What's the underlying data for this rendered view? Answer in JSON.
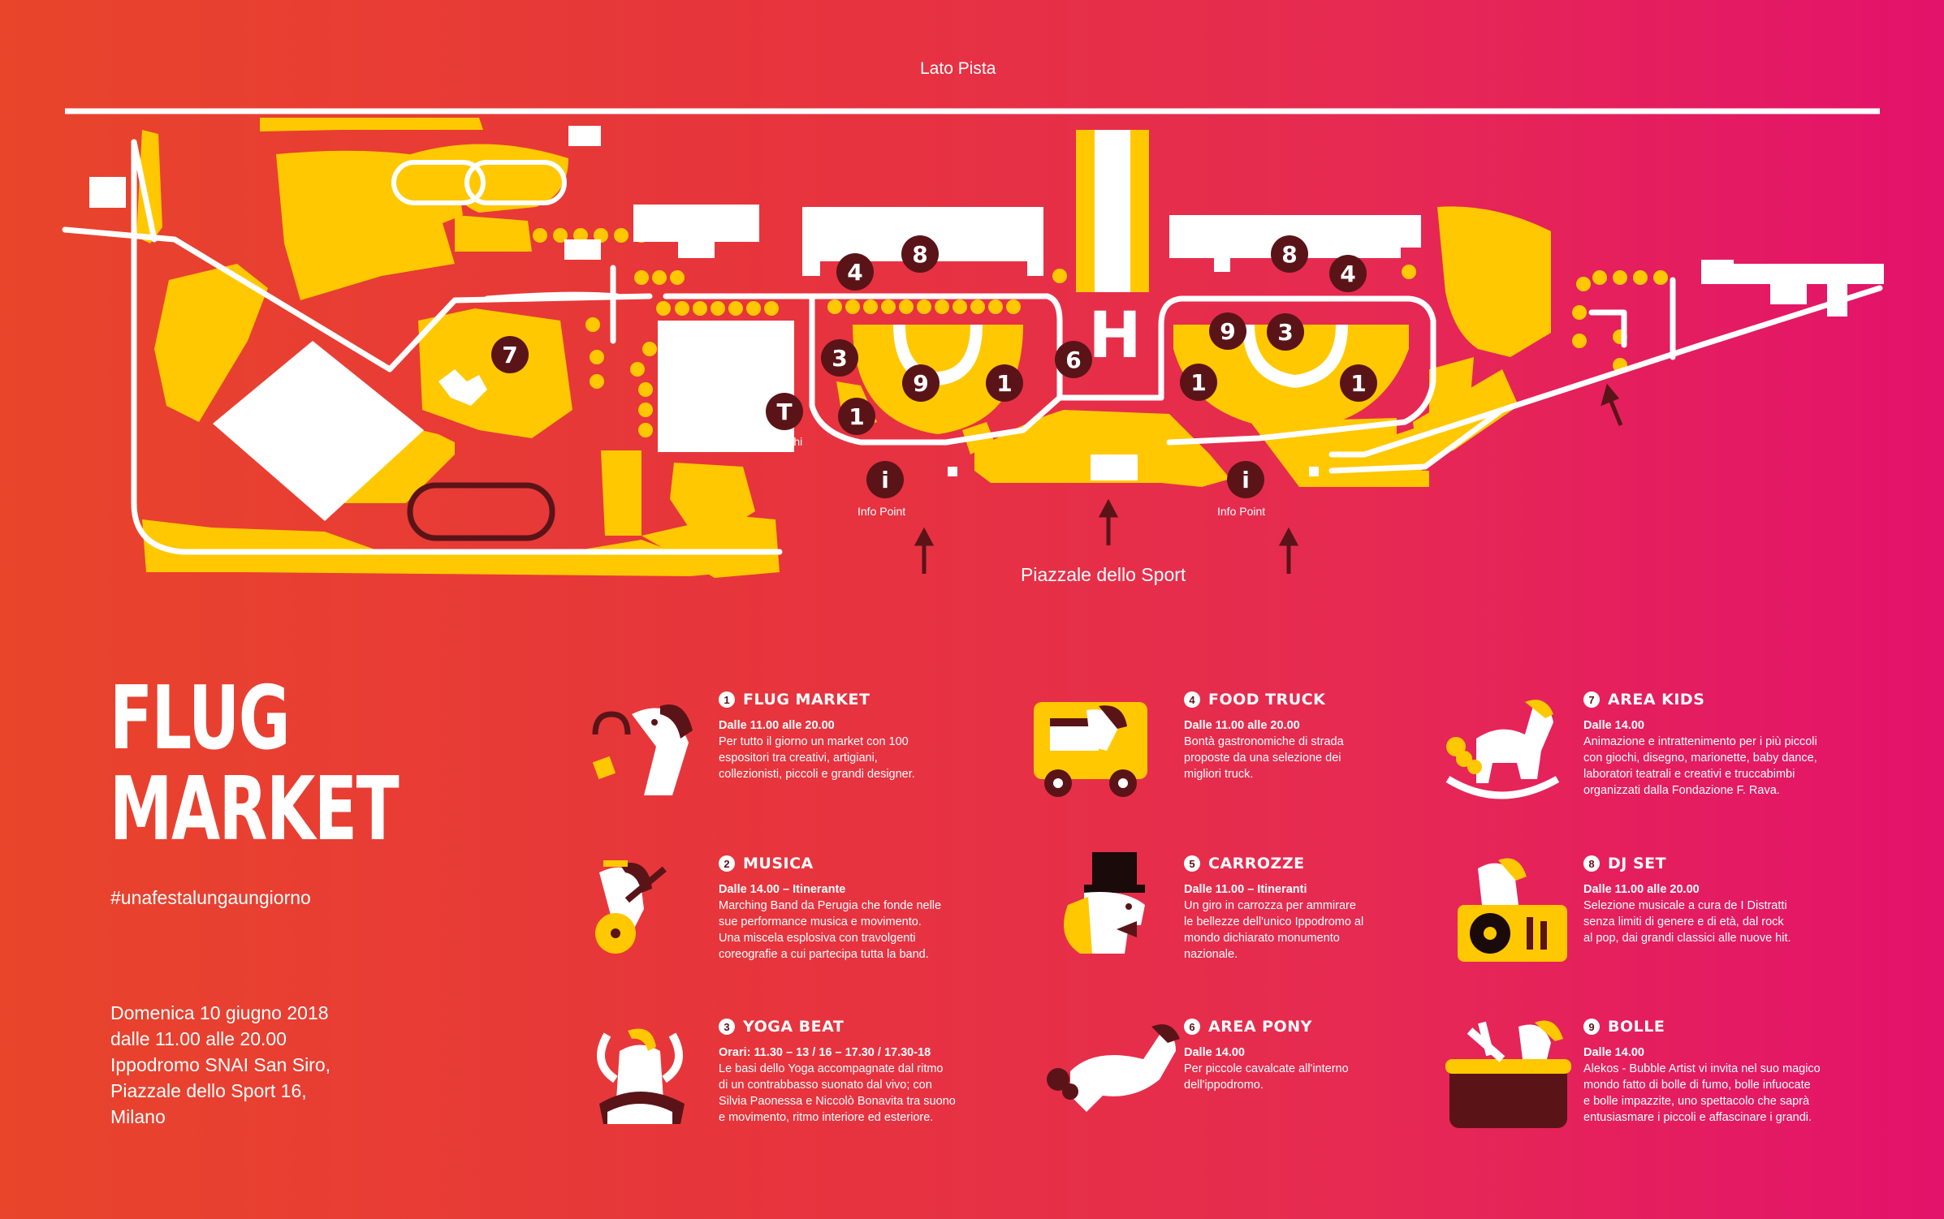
{
  "colors": {
    "background_start": "#e8452b",
    "background_end": "#e3126b",
    "yellow": "#ffc800",
    "white": "#ffffff",
    "marker": "#5a1418"
  },
  "map": {
    "top_label": "Lato Pista",
    "bottom_label": "Piazzale dello Sport",
    "tabacchi_label": "Tabacchi",
    "tabacchi_marker": "T",
    "info_marker": "i",
    "info_labels": [
      "Info Point",
      "Info Point"
    ],
    "parking_marker": "H",
    "markers": [
      "7",
      "4",
      "8",
      "3",
      "9",
      "1",
      "1",
      "6",
      "9",
      "3",
      "1",
      "1",
      "8",
      "4"
    ]
  },
  "title": {
    "line1": "FLUG",
    "line2": "MARKET",
    "hashtag": "#unafestalungaungiorno"
  },
  "details": [
    "Domenica 10 giugno 2018",
    "dalle 11.00 alle 20.00",
    "Ippodromo SNAI San Siro,",
    "Piazzale dello Sport 16,",
    "Milano"
  ],
  "legend": [
    {
      "num": "1",
      "title": "Flug Market",
      "icon": "horse-with-horseshoe-icon",
      "when": "Dalle 11.00 alle 20.00",
      "desc": "Per tutto il giorno un market con 100\nespositori tra creativi, artigiani,\ncollezionisti, piccoli e grandi designer."
    },
    {
      "num": "2",
      "title": "Musica",
      "icon": "horse-with-guitar-icon",
      "when": "Dalle 14.00 – Itinerante",
      "desc": "Marching Band da Perugia che fonde nelle\nsue performance musica e movimento.\nUna miscela esplosiva con travolgenti\ncoreografie a cui partecipa tutta la band."
    },
    {
      "num": "3",
      "title": "Yoga Beat",
      "icon": "horse-doing-yoga-icon",
      "when": "Orari: 11.30 – 13 / 16 – 17.30 / 17.30-18",
      "desc": "Le basi dello Yoga accompagnate dal ritmo\ndi un contrabbasso suonato dal vivo; con\nSilvia Paonessa e Niccolò Bonavita tra suono\ne movimento, ritmo interiore ed esteriore."
    },
    {
      "num": "4",
      "title": "Food Truck",
      "icon": "food-truck-icon",
      "when": "Dalle 11.00 alle 20.00",
      "desc": "Bontà gastronomiche di strada\nproposte da una selezione dei\nmigliori truck."
    },
    {
      "num": "5",
      "title": "Carrozze",
      "icon": "horse-with-top-hat-icon",
      "when": "Dalle 11.00 – Itineranti",
      "desc": "Un giro in carrozza per ammirare\nle bellezze dell'unico Ippodromo al\nmondo dichiarato monumento\nnazionale."
    },
    {
      "num": "6",
      "title": "Area Pony",
      "icon": "running-pony-icon",
      "when": "Dalle 14.00",
      "desc": "Per piccole cavalcate all'interno\ndell'ippodromo."
    },
    {
      "num": "7",
      "title": "Area Kids",
      "icon": "rocking-horse-icon",
      "when": "Dalle 14.00",
      "desc": "Animazione e intrattenimento per i più piccoli\ncon giochi, disegno, marionette, baby dance,\nlaboratori teatrali e creativi e truccabimbi\norganizzati dalla Fondazione F. Rava."
    },
    {
      "num": "8",
      "title": "DJ Set",
      "icon": "horse-dj-icon",
      "when": "Dalle 11.00 alle 20.00",
      "desc": "Selezione musicale a cura de I Distratti\nsenza limiti di genere e di età, dal rock\nal pop, dai grandi classici alle nuove hit."
    },
    {
      "num": "9",
      "title": "Bolle",
      "icon": "horse-in-bubble-tub-icon",
      "when": "Dalle 14.00",
      "desc": "Alekos - Bubble Artist vi invita nel suo magico\nmondo fatto di bolle di fumo, bolle infuocate\ne bolle impazzite, uno spettacolo che saprà\nentusiasmare i piccoli e affascinare i grandi."
    }
  ]
}
